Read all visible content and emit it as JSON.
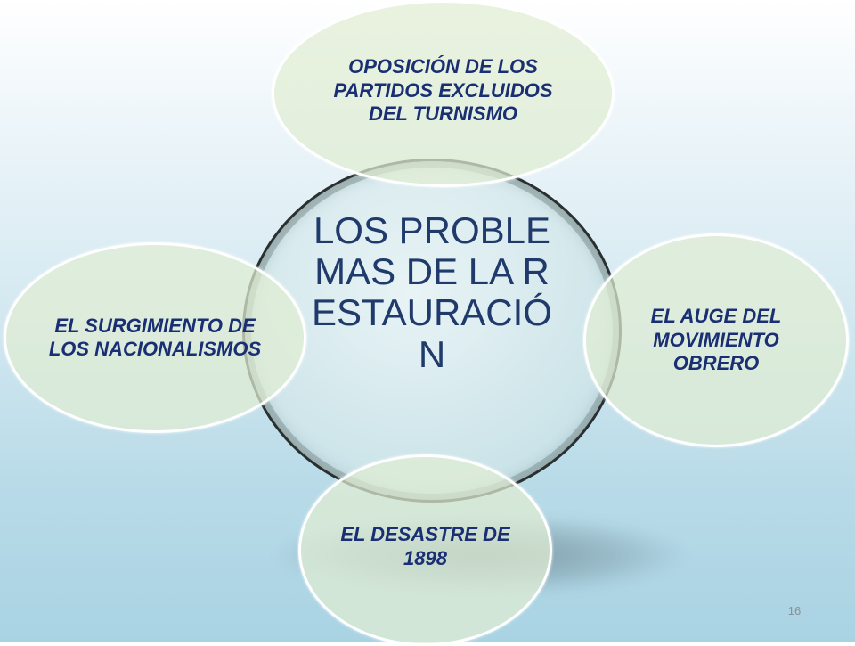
{
  "diagram": {
    "center": {
      "text": "LOS PROBLEMAS DE LA RESTAURACIÓN"
    },
    "nodes": {
      "top": {
        "text": "OPOSICIÓN DE LOS PARTIDOS EXCLUIDOS DEL TURNISMO"
      },
      "left": {
        "text": "EL SURGIMIENTO DE LOS NACIONALISMOS"
      },
      "right": {
        "text": "EL AUGE DEL MOVIMIENTO OBRERO"
      },
      "bottom": {
        "text": "EL DESASTRE DE 1898"
      }
    },
    "colors": {
      "center_text": "#1f3a6b",
      "node_text": "#1a2f73",
      "node_fill": "#e1edd2",
      "center_border": "#2a2f30"
    }
  },
  "slide": {
    "page_number": "16"
  }
}
